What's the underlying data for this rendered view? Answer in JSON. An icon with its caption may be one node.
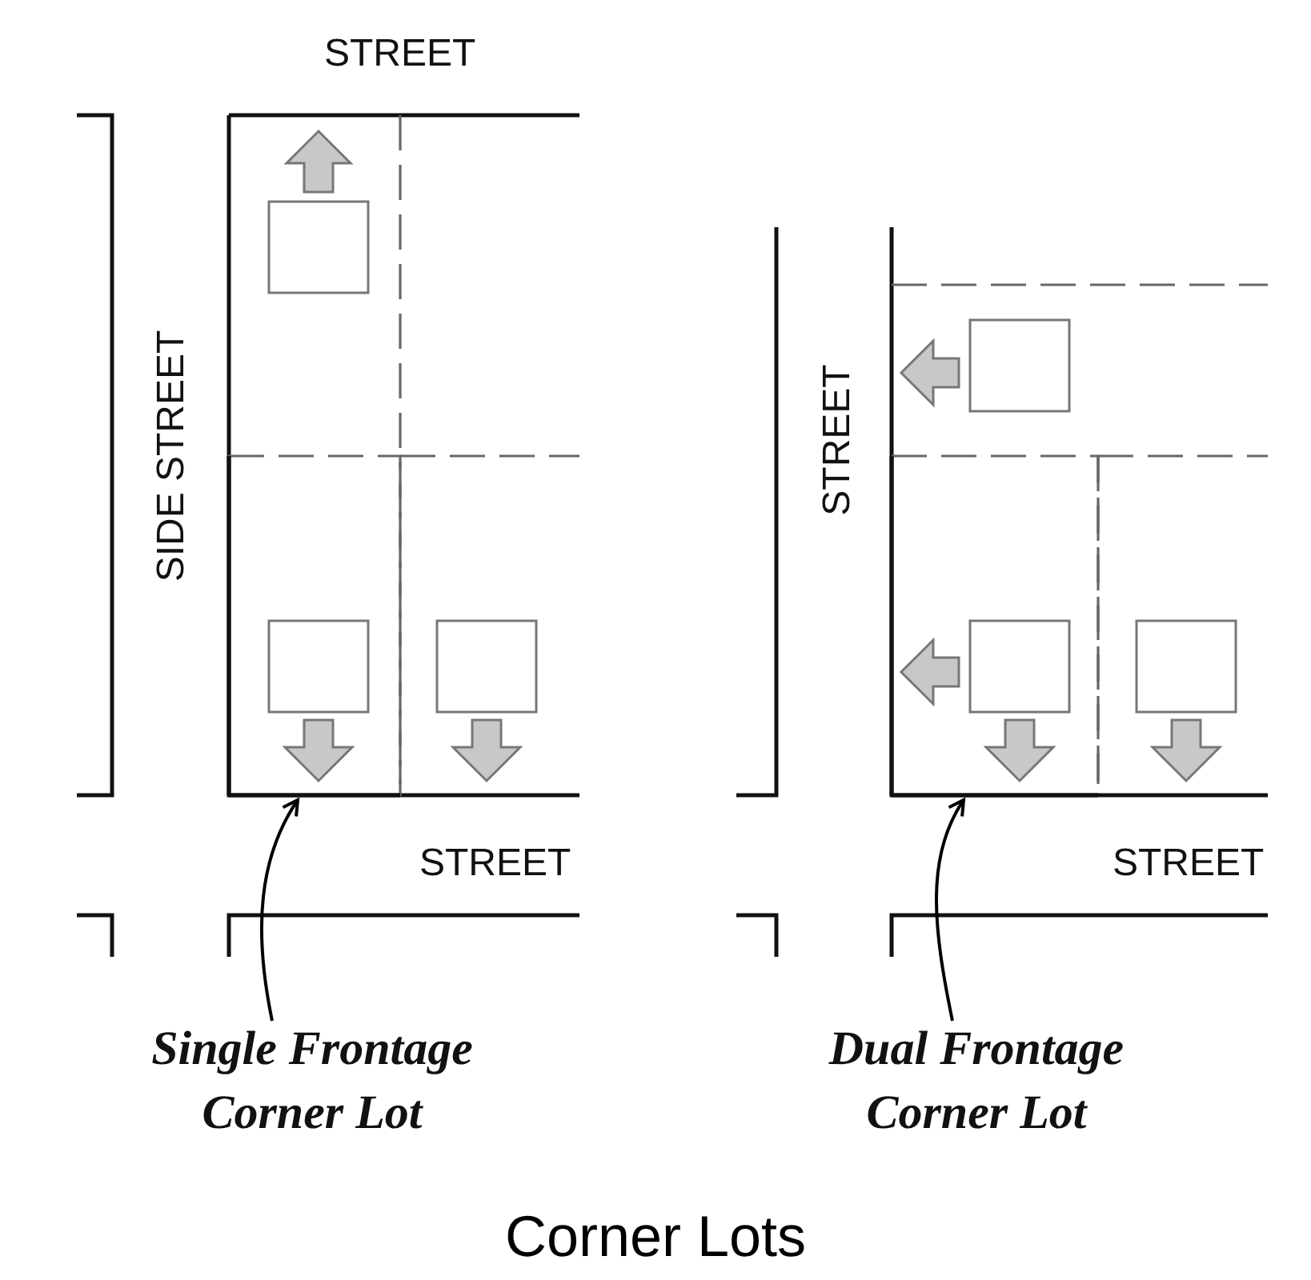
{
  "diagram": {
    "caption": "Corner Lots",
    "nodes": [
      {
        "text": [
          "Single Frontage Corner Lot"
        ]
      },
      {
        "text": [],
        "shape": "box"
      },
      {
        "text": [
          "Dual Frontage Corner Lot"
        ]
      },
      {
        "text": [],
        "shape": "box"
      }
    ],
    "edges": [
      {
        "from": 0,
        "to": 1,
        "arrow": "to"
      },
      {
        "from": 2,
        "to": 3,
        "arrow": "to"
      }
    ],
    "labels": [
      "STREET",
      "SIDE STREET",
      "STREET",
      "STREET",
      "STREET"
    ]
  }
}
